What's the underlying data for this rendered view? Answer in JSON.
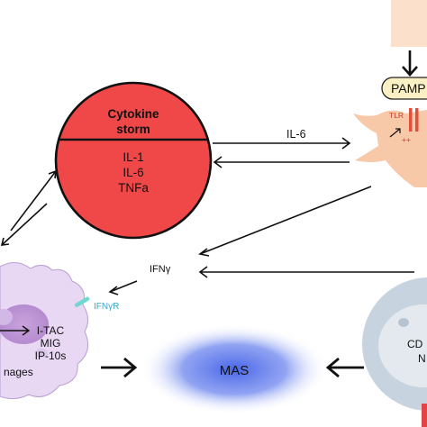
{
  "cytokine_storm": {
    "title_line1": "Cytokine",
    "title_line2": "storm",
    "items": [
      "IL-1",
      "IL-6",
      "TNFa"
    ],
    "fill_color": "#f04848"
  },
  "macrophage": {
    "receptor_label": "IFNγR",
    "chemokines": [
      "I-TAC",
      "MIG",
      "IP-10s"
    ],
    "name_fragment": "nages",
    "fill_color": "#e8d8f4"
  },
  "dendritic_cell": {
    "pamp_label": "PAMP",
    "tlr_label": "TLR",
    "plus_label": "++",
    "fill_color": "#f7c9a8"
  },
  "signals": {
    "il6": "IL-6",
    "ifng": "IFNγ"
  },
  "mas": {
    "label": "MAS",
    "color": "#4a66e8"
  },
  "cd_cell": {
    "fragment_line1": "CD",
    "fragment_line2": "N"
  }
}
